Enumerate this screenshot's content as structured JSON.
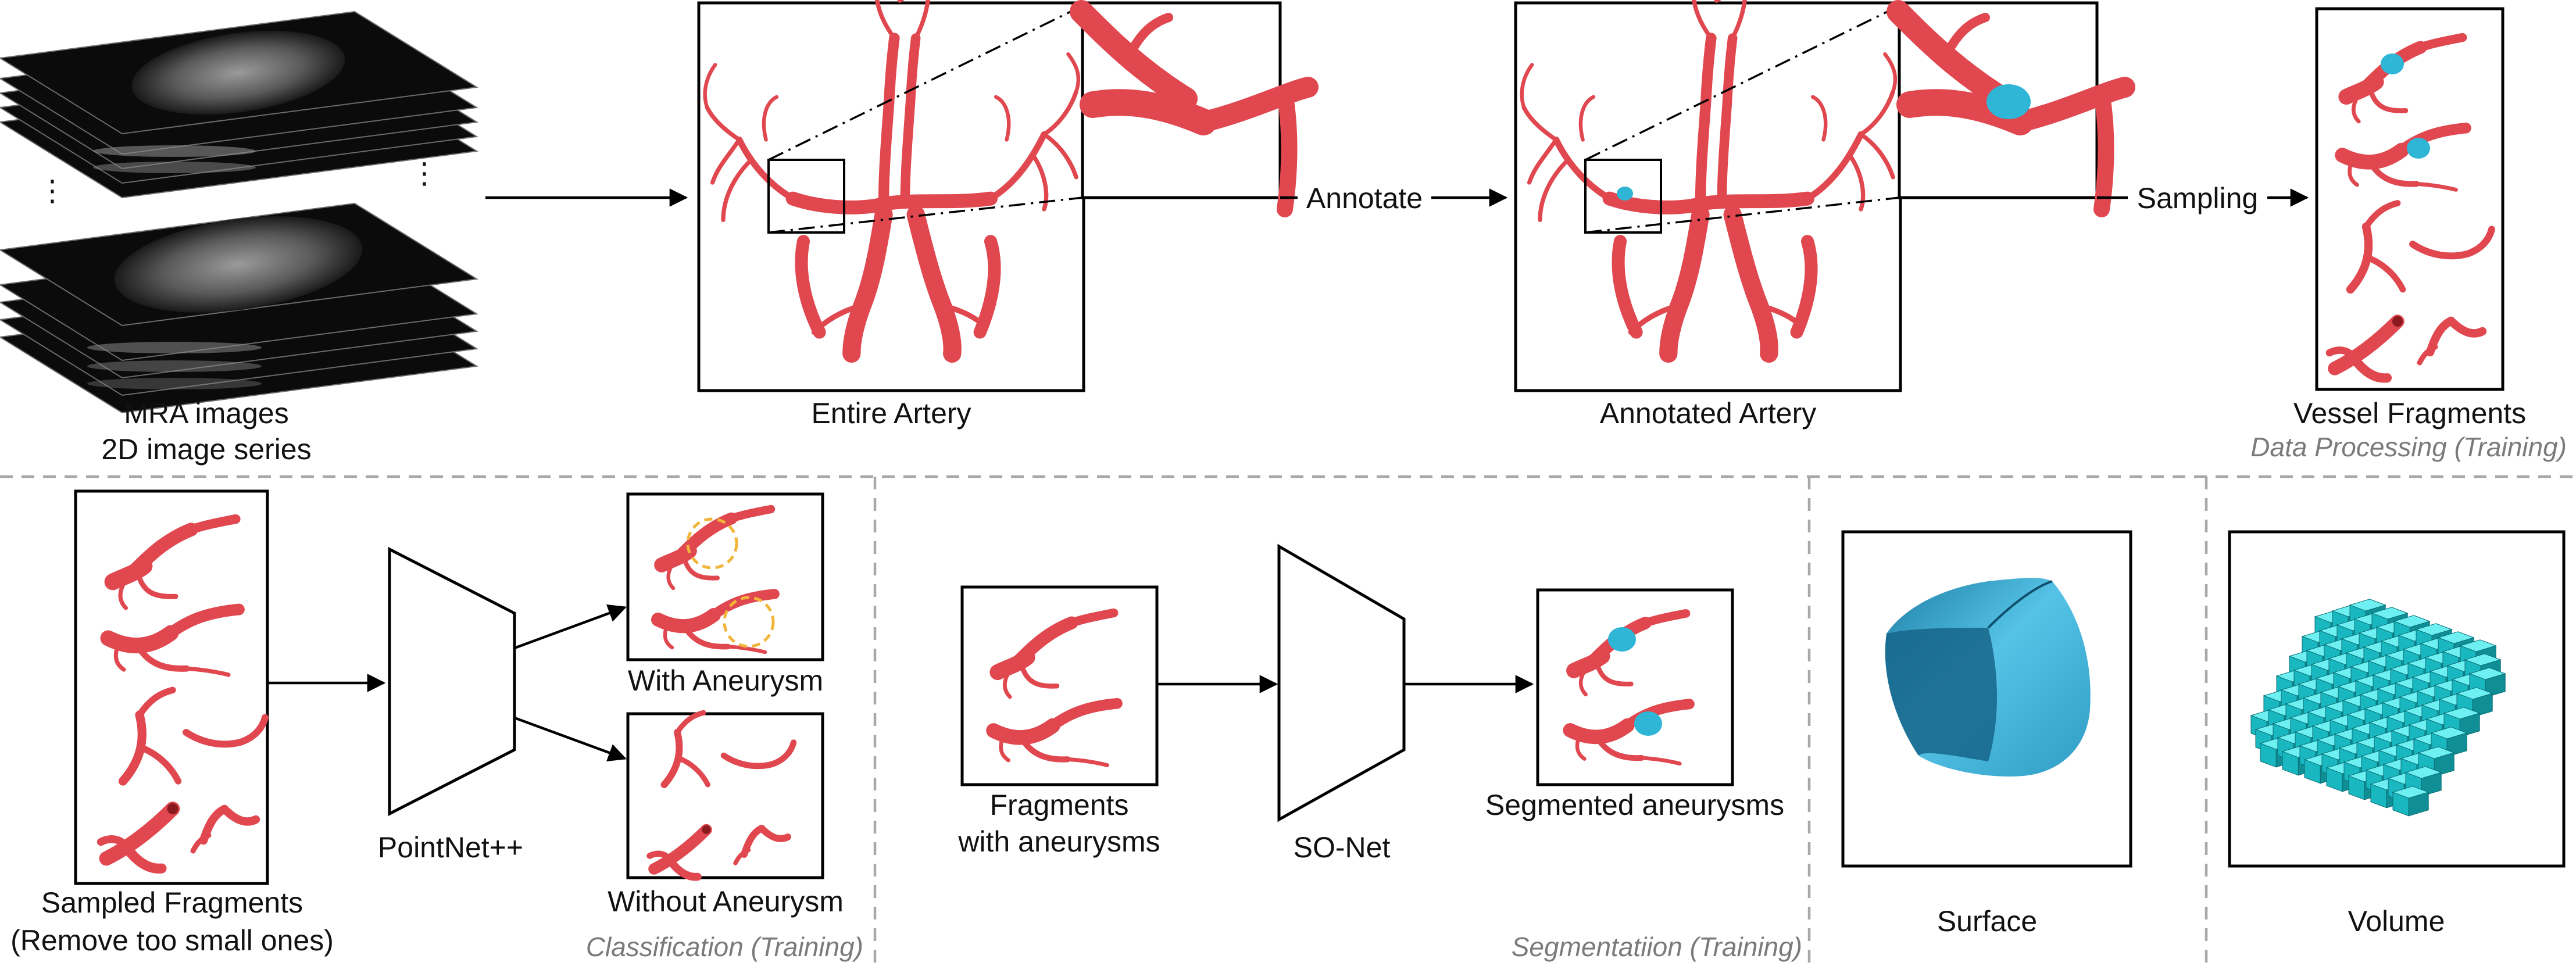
{
  "colors": {
    "vessel": "#e0474f",
    "aneurysm": "#2fb6d6",
    "volume_cube": "#25d3d9",
    "surface": "#3aa9cf",
    "divider": "#a8a8a8",
    "caption": "#7a7a7a",
    "highlight_circle": "#f2b53a"
  },
  "top": {
    "mra_line1": "MRA images",
    "mra_line2": "2D image series",
    "dots_left": "⋮",
    "dots_right": "⋮",
    "entire_artery": "Entire Artery",
    "annotate": "Annotate",
    "annotated_artery": "Annotated Artery",
    "sampling": "Sampling",
    "vessel_fragments": "Vessel Fragments",
    "caption": "Data Processing (Training)"
  },
  "classification": {
    "sampled_line1": "Sampled Fragments",
    "sampled_line2": "(Remove too small ones)",
    "model": "PointNet++",
    "with": "With Aneurysm",
    "without": "Without Aneurysm",
    "caption": "Classification (Training)"
  },
  "segmentation": {
    "fragments_line1": "Fragments",
    "fragments_line2": "with aneurysms",
    "model": "SO-Net",
    "segmented": "Segmented aneurysms",
    "caption": "Segmentatiion (Training)"
  },
  "representations": {
    "surface": "Surface",
    "volume": "Volume"
  }
}
